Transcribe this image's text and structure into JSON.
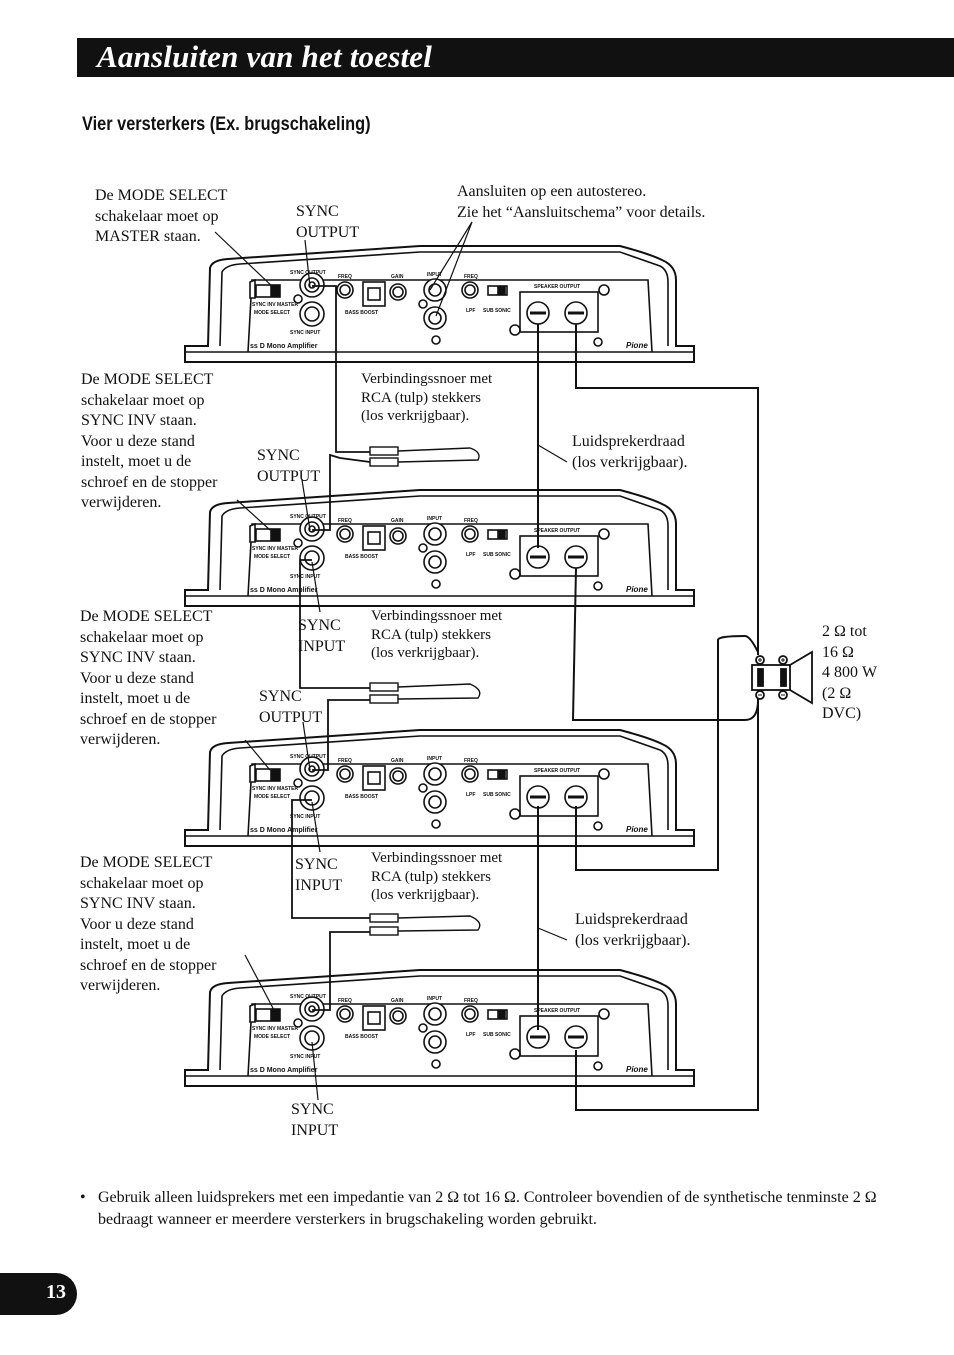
{
  "header": {
    "title": "Aansluiten van het toestel"
  },
  "section_title": "Vier versterkers (Ex. brugschakeling)",
  "amplifier_panel": {
    "sync_output": "SYNC OUTPUT",
    "sync_input": "SYNC INPUT",
    "mode_select": "MODE SELECT",
    "mode_options": "SYNC INV MASTER",
    "freq": "FREQ",
    "bass_boost": "BASS BOOST",
    "gain": "GAIN",
    "input": "INPUT",
    "lpf": "LPF",
    "sub_sonic": "SUB SONIC",
    "speaker_output": "SPEAKER OUTPUT",
    "model": "ss D Mono Amplifier",
    "brand_logo": "Pione"
  },
  "labels": {
    "mode_master": "De MODE SELECT\nschakelaar moet op\nMASTER staan.",
    "sync_output_1": "SYNC\nOUTPUT",
    "head_unit": "Aansluiten op een autostereo.\nZie het “Aansluitschema”  voor details.",
    "mode_sync_inv_2": "De MODE SELECT\nschakelaar moet op\nSYNC INV staan.\nVoor u deze stand\ninstelt, moet u de\nschroef en de stopper\nverwijderen.",
    "rca_1": "Verbindingssnoer met\nRCA (tulp) stekkers\n(los verkrijgbaar).",
    "sync_output_2": "SYNC\nOUTPUT",
    "speaker_wire_1": "Luidsprekerdraad\n(los verkrijgbaar).",
    "mode_sync_inv_3": "De MODE SELECT\nschakelaar moet op\nSYNC INV staan.\nVoor u deze stand\ninstelt, moet u de\nschroef en de stopper\nverwijderen.",
    "sync_input_2": "SYNC\nINPUT",
    "rca_2": "Verbindingssnoer met\nRCA (tulp) stekkers\n(los verkrijgbaar).",
    "sync_output_3": "SYNC\nOUTPUT",
    "speaker_spec": "2 Ω tot\n16 Ω\n4 800 W\n(2 Ω\nDVC)",
    "mode_sync_inv_4": "De MODE SELECT\nschakelaar moet op\nSYNC INV staan.\nVoor u deze stand\ninstelt, moet u de\nschroef en de stopper\nverwijderen.",
    "sync_input_3": "SYNC\nINPUT",
    "rca_3": "Verbindingssnoer met\nRCA (tulp) stekkers\n(los verkrijgbaar).",
    "speaker_wire_2": "Luidsprekerdraad\n(los verkrijgbaar).",
    "sync_input_4": "SYNC\nINPUT"
  },
  "note": {
    "bullet": "•",
    "text": "Gebruik alleen luidsprekers met een impedantie van 2 Ω tot 16 Ω. Controleer bovendien of de synthetische tenminste 2 Ω bedraagt wanneer er meerdere versterkers in brugschakeling worden gebruikt."
  },
  "page_number": "13"
}
